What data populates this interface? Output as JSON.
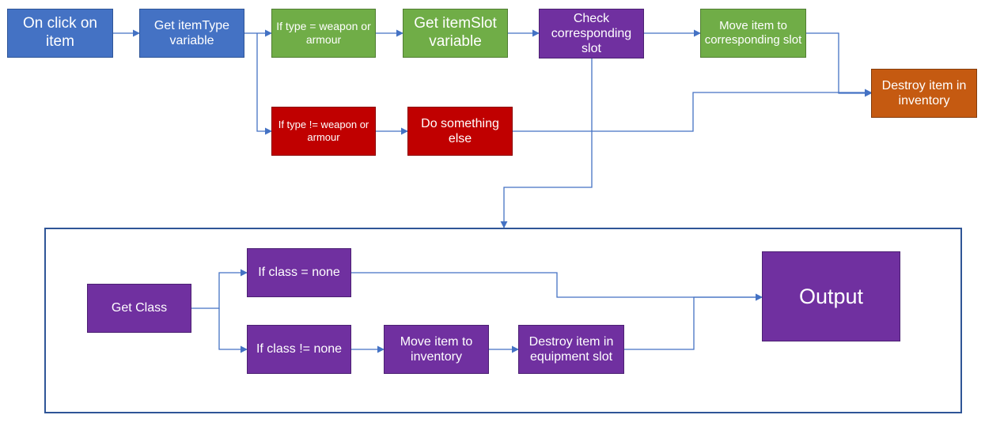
{
  "nodes": {
    "on_click": "On click on item",
    "get_item_type": "Get itemType variable",
    "if_weapon_armour": "If type = weapon or armour",
    "get_item_slot": "Get itemSlot variable",
    "check_slot": "Check corresponding slot",
    "move_to_slot": "Move item to corresponding slot",
    "destroy_in_inventory": "Destroy item in inventory",
    "if_not_weapon_armour": "If type != weapon or armour",
    "do_something_else": "Do something else",
    "get_class": "Get Class",
    "if_class_none": "If class = none",
    "if_class_not_none": "If class != none",
    "move_to_inventory": "Move item to inventory",
    "destroy_in_equipment": "Destroy item in equipment slot",
    "output": "Output"
  },
  "colors": {
    "blue": "#4472c4",
    "green": "#70ad47",
    "purple": "#7030a0",
    "red": "#c00000",
    "orange": "#c55a11",
    "connector": "#4472c4",
    "frame": "#2f5597"
  }
}
